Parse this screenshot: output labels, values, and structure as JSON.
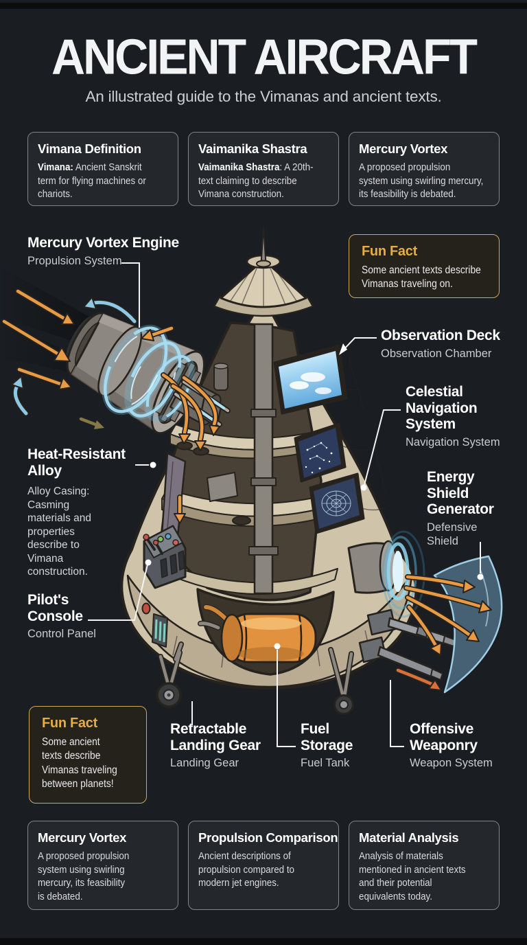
{
  "header": {
    "title": "ANCIENT AIRCRAFT",
    "subtitle": "An illustrated guide to the Vimanas and ancient texts."
  },
  "top_cards": [
    {
      "title": "Vimana Definition",
      "lead": "Vimana:",
      "body": " Ancient Sanskrit\nterm for flying machines or\nchariots."
    },
    {
      "title": "Vaimanika Shastra",
      "lead": "Vaimanika Shastra",
      "body": ": A 20th-\ntext claiming to describe\nVimana construction."
    },
    {
      "title": "Mercury Vortex",
      "lead": "",
      "body": "A proposed propulsion\nsystem using swirling mercury,\nits feasibility is debated."
    }
  ],
  "fun_facts": [
    {
      "title": "Fun Fact",
      "body": "Some ancient texts describe\nVimanas traveling on."
    },
    {
      "title": "Fun Fact",
      "body": "Some ancient\ntexts describe\nVimanas traveling\nbetween planets!"
    }
  ],
  "callouts": {
    "engine": {
      "title": "Mercury Vortex Engine",
      "subtitle": "Propulsion System"
    },
    "observation_deck": {
      "title": "Observation Deck",
      "subtitle": "Observation Chamber"
    },
    "navigation": {
      "title": "Celestial\nNavigation\nSystem",
      "subtitle": "Navigation System"
    },
    "alloy": {
      "title": "Heat-Resistant\nAlloy",
      "body": "Alloy Casing:\nCasming\nmaterials and\nproperties\ndescribe to\nVimana\nconstruction."
    },
    "energy_shield": {
      "title": "Energy\nShield\nGenerator",
      "subtitle": "Defensive\nShield"
    },
    "pilots_console": {
      "title": "Pilot's\nConsole",
      "subtitle": "Control Panel"
    },
    "landing_gear": {
      "title": "Retractable\nLanding Gear",
      "subtitle": "Landing Gear"
    },
    "fuel_storage": {
      "title": "Fuel\nStorage",
      "subtitle": "Fuel Tank"
    },
    "weaponry": {
      "title": "Offensive\nWeaponry",
      "subtitle": "Weapon System"
    }
  },
  "bottom_cards": [
    {
      "title": "Mercury Vortex",
      "body": "A proposed propulsion\nsystem using swirling\nmercury, its feasibility\nis debated."
    },
    {
      "title": "Propulsion Comparison",
      "body": "Ancient descriptions of\npropulsion compared to\nmodern jet engines."
    },
    {
      "title": "Material Analysis",
      "body": "Analysis of materials\nmentioned in ancient texts\nand their potential\nequivalents today."
    }
  ],
  "colors": {
    "background": "#1a1d21",
    "card_bg": "#24282d",
    "card_border": "#7e848b",
    "accent_gold": "#e5ad43",
    "fun_fact_border": "#cfa855",
    "text_primary": "#ffffff",
    "text_secondary": "#c9cdd2",
    "leader_line": "#f3f4f5",
    "arrow_orange": "#e89a45",
    "vortex_blue": "#a9ddf2",
    "hull_tan": "#cfc3aa",
    "shield_blue": "#6fa6c6"
  }
}
